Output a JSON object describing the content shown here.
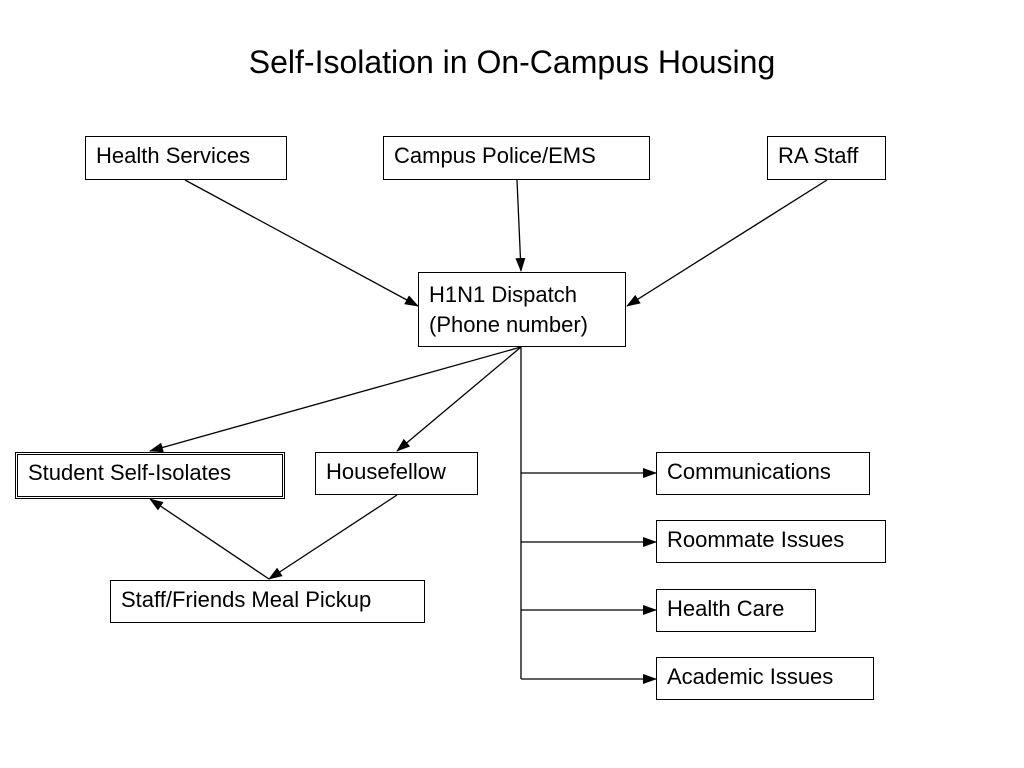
{
  "title": "Self-Isolation in On-Campus Housing",
  "nodes": {
    "health_services": "Health Services",
    "campus_police": "Campus Police/EMS",
    "ra_staff": "RA Staff",
    "dispatch": [
      "H1N1 Dispatch",
      "(Phone number)"
    ],
    "student_self_isolates": "Student Self-Isolates",
    "housefellow": "Housefellow",
    "meal_pickup": "Staff/Friends Meal Pickup",
    "communications": "Communications",
    "roommate_issues": "Roommate Issues",
    "health_care": "Health Care",
    "academic_issues": "Academic Issues"
  },
  "colors": {
    "stroke": "#000000",
    "background": "#ffffff"
  }
}
